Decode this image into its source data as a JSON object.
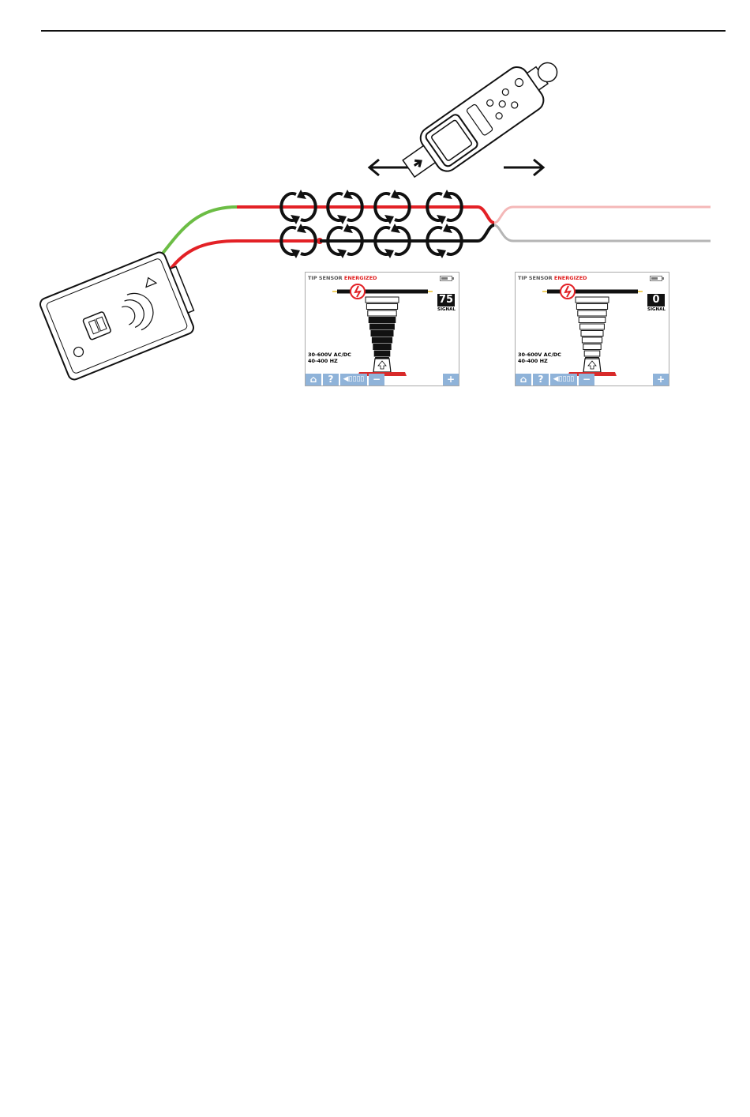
{
  "screens": [
    {
      "title": "TIP SENSOR",
      "status": "ENERGIZED",
      "signal_value": "75",
      "signal_label": "SIGNAL",
      "range_voltage": "30-600V AC/DC",
      "range_frequency": "40-400 HZ",
      "signal_fraction": 0.75,
      "toolbar": {
        "home": "⌂",
        "help": "?",
        "volume": "◀▯▯▯▯",
        "minus": "−",
        "plus": "+"
      }
    },
    {
      "title": "TIP SENSOR",
      "status": "ENERGIZED",
      "signal_value": "0",
      "signal_label": "SIGNAL",
      "range_voltage": "30-600V AC/DC",
      "range_frequency": "40-400 HZ",
      "signal_fraction": 0,
      "toolbar": {
        "home": "⌂",
        "help": "?",
        "volume": "◀▯▯▯▯",
        "minus": "−",
        "plus": "+"
      }
    }
  ],
  "colors": {
    "red": "#e32126",
    "green": "#6cbd45",
    "pink": "#f4b8b8",
    "grey": "#b5b5b5",
    "toolbar": "#8fb3d9"
  }
}
